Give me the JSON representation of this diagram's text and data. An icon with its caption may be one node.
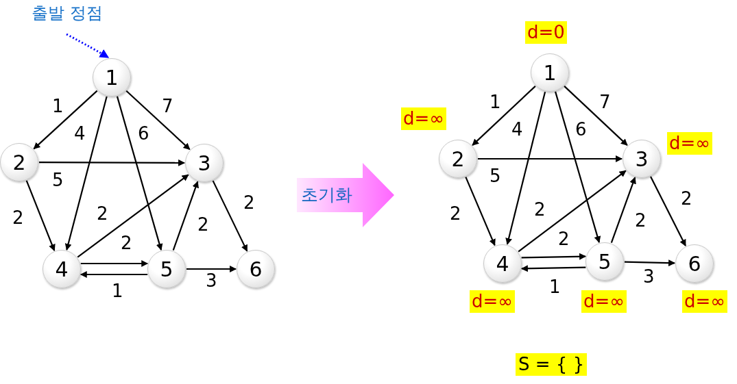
{
  "diagram": {
    "nodes": [
      {
        "text": [
          "출발 정점"
        ]
      },
      {
        "text": [
          "1"
        ]
      },
      {
        "text": [
          "2"
        ]
      },
      {
        "text": [
          "3"
        ]
      },
      {
        "text": [
          "4"
        ]
      },
      {
        "text": [
          "5"
        ]
      },
      {
        "text": [
          "6"
        ]
      },
      {
        "text": [
          "초기화"
        ]
      },
      {
        "text": [
          "1"
        ],
        "beside": [
          "d=0"
        ]
      },
      {
        "text": [
          "2"
        ],
        "beside": [
          "d=∞"
        ]
      },
      {
        "text": [
          "3"
        ],
        "beside": [
          "d=∞"
        ]
      },
      {
        "text": [
          "4"
        ],
        "beside": [
          "d=∞"
        ]
      },
      {
        "text": [
          "5"
        ],
        "beside": [
          "d=∞"
        ]
      },
      {
        "text": [
          "6"
        ],
        "beside": [
          "d=∞"
        ]
      }
    ],
    "edges": [
      {
        "from": 0,
        "to": 1,
        "arrow": "to",
        "style": "dashed",
        "color": "#0000ff"
      },
      {
        "from": 1,
        "to": 2,
        "arrow": "to",
        "label": "1"
      },
      {
        "from": 1,
        "to": 4,
        "arrow": "to",
        "label": "4"
      },
      {
        "from": 1,
        "to": 5,
        "arrow": "to",
        "label": "6"
      },
      {
        "from": 1,
        "to": 3,
        "arrow": "to",
        "label": "7"
      },
      {
        "from": 2,
        "to": 3,
        "arrow": "to",
        "label": "5"
      },
      {
        "from": 2,
        "to": 4,
        "arrow": "to",
        "label": "2"
      },
      {
        "from": 4,
        "to": 3,
        "arrow": "to",
        "label": "2"
      },
      {
        "from": 4,
        "to": 5,
        "arrow": "to",
        "label": "2"
      },
      {
        "from": 5,
        "to": 4,
        "arrow": "to",
        "label": "1"
      },
      {
        "from": 5,
        "to": 3,
        "arrow": "to",
        "label": "2"
      },
      {
        "from": 3,
        "to": 6,
        "arrow": "to",
        "label": "2"
      },
      {
        "from": 5,
        "to": 6,
        "arrow": "to",
        "label": "3"
      },
      {
        "from": 8,
        "to": 9,
        "arrow": "to",
        "label": "1"
      },
      {
        "from": 8,
        "to": 11,
        "arrow": "to",
        "label": "4"
      },
      {
        "from": 8,
        "to": 12,
        "arrow": "to",
        "label": "6"
      },
      {
        "from": 8,
        "to": 10,
        "arrow": "to",
        "label": "7"
      },
      {
        "from": 9,
        "to": 10,
        "arrow": "to",
        "label": "5"
      },
      {
        "from": 9,
        "to": 11,
        "arrow": "to",
        "label": "2"
      },
      {
        "from": 11,
        "to": 10,
        "arrow": "to",
        "label": "2"
      },
      {
        "from": 11,
        "to": 12,
        "arrow": "to",
        "label": "2"
      },
      {
        "from": 12,
        "to": 11,
        "arrow": "to",
        "label": "1"
      },
      {
        "from": 12,
        "to": 10,
        "arrow": "to",
        "label": "2"
      },
      {
        "from": 10,
        "to": 13,
        "arrow": "to",
        "label": "2"
      },
      {
        "from": 12,
        "to": 13,
        "arrow": "to",
        "label": "3"
      }
    ],
    "labels": [
      "S = { }"
    ]
  }
}
